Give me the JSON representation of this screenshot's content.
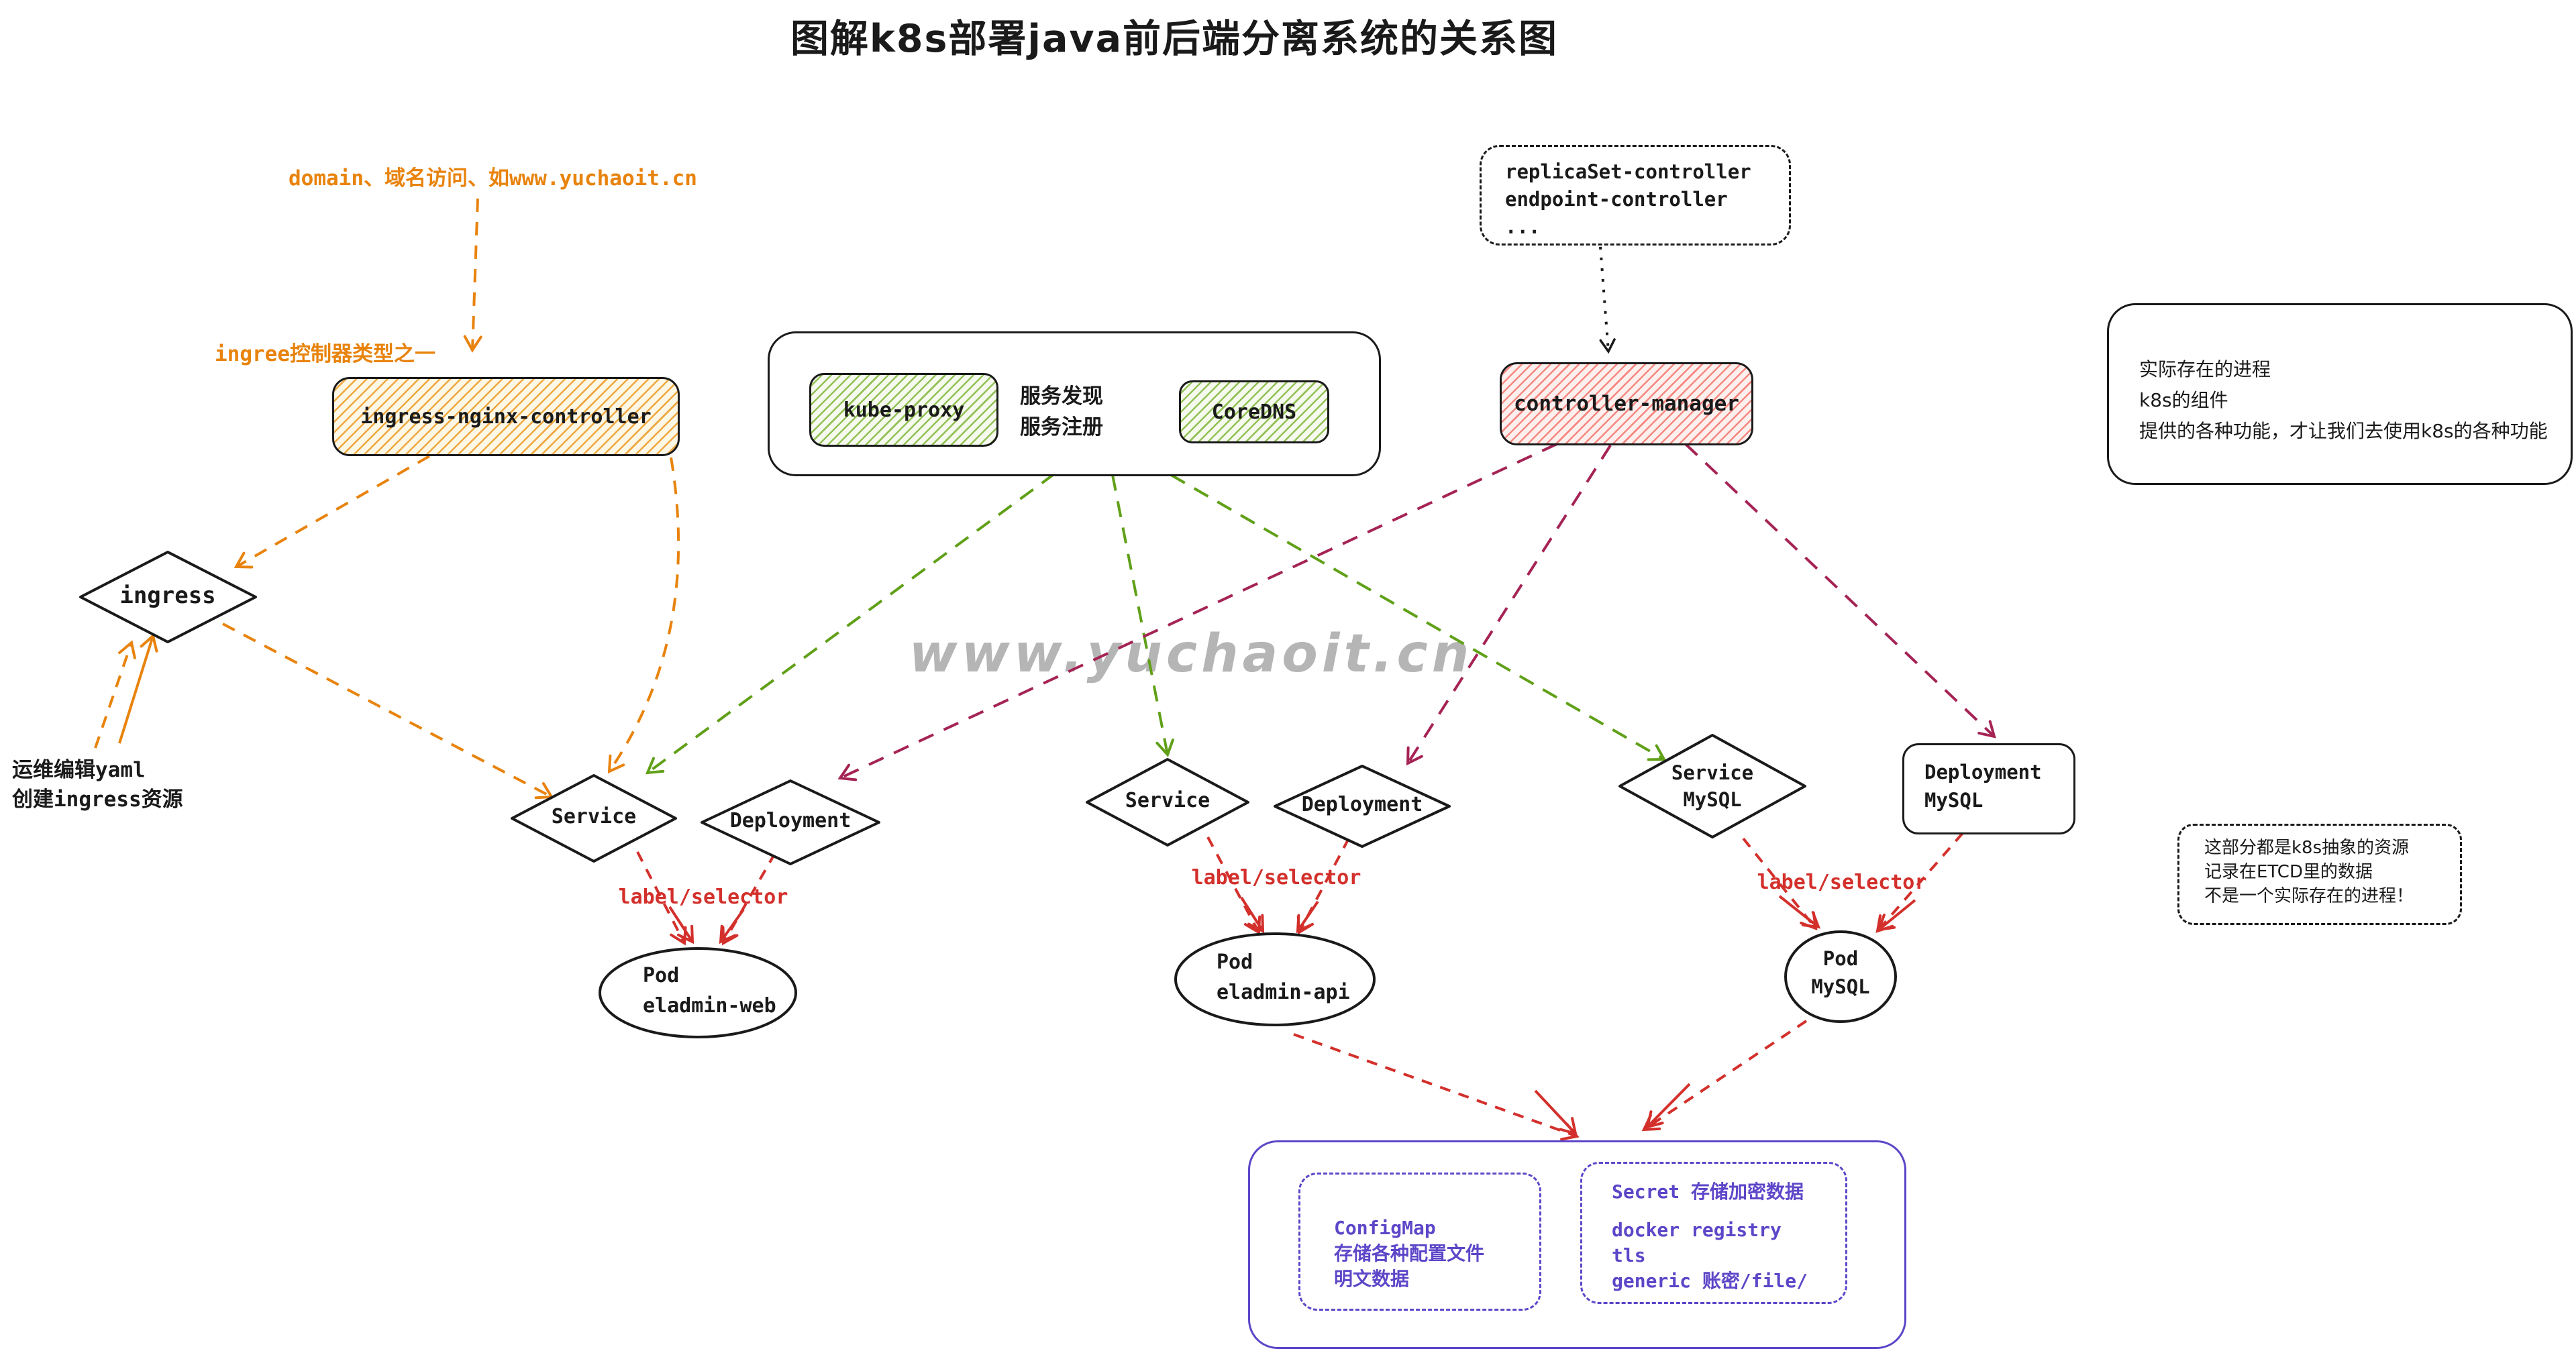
{
  "title": "图解k8s部署java前后端分离系统的关系图",
  "watermark": "www.yuchaoit.cn",
  "colors": {
    "orange": "#E8830D",
    "green": "#60A018",
    "crimson": "#A52355",
    "red": "#D3302C",
    "purple": "#5D46C8",
    "black": "#1a1a1a",
    "watermark_gray": "#b5b5b5"
  },
  "notes": {
    "domain": "domain、域名访问、如www.yuchaoit.cn",
    "ingress_type": "ingree控制器类型之一",
    "ops": [
      "运维编辑yaml",
      "创建ingress资源"
    ],
    "real_process": [
      "实际存在的进程",
      "k8s的组件",
      "提供的各种功能，才让我们去使用k8s的各种功能"
    ],
    "etcd": [
      "这部分都是k8s抽象的资源",
      "记录在ETCD里的数据",
      "不是一个实际存在的进程！"
    ]
  },
  "nodes": {
    "ingress_nginx_controller": "ingress-nginx-controller",
    "kube_proxy": "kube-proxy",
    "coredns": "CoreDNS",
    "service_discovery": [
      "服务发现",
      "服务注册"
    ],
    "replicaset_box": [
      "replicaSet-controller",
      "endpoint-controller",
      "..."
    ],
    "controller_manager": "controller-manager",
    "ingress": "ingress",
    "web": {
      "service": "Service",
      "deployment": "Deployment",
      "label_selector": "label/selector",
      "pod": [
        "Pod",
        "eladmin-web"
      ]
    },
    "api": {
      "service": "Service",
      "deployment": "Deployment",
      "label_selector": "label/selector",
      "pod": [
        "Pod",
        "eladmin-api"
      ]
    },
    "mysql": {
      "service": [
        "Service",
        "MySQL"
      ],
      "deployment": [
        "Deployment",
        "MySQL"
      ],
      "label_selector": "label/selector",
      "pod": [
        "Pod",
        "MySQL"
      ]
    },
    "storage": {
      "configmap": [
        "ConfigMap",
        "存储各种配置文件",
        "明文数据"
      ],
      "secret_title": "Secret 存储加密数据",
      "secret_items": [
        "docker registry",
        "tls",
        "generic 账密/file/"
      ]
    }
  }
}
